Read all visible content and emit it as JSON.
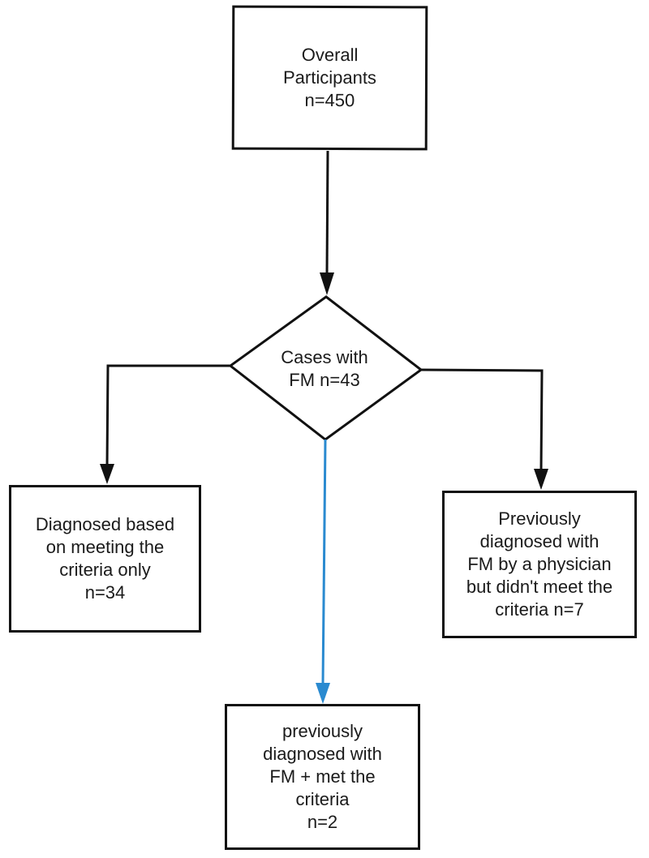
{
  "diagram": {
    "type": "flowchart",
    "colors": {
      "stroke": "#111111",
      "highlight_connector": "#2a8ad0",
      "background": "#ffffff"
    },
    "nodes": {
      "overall": {
        "shape": "rectangle",
        "lines": [
          "Overall",
          "Participants",
          "n=450"
        ]
      },
      "cases": {
        "shape": "diamond",
        "lines": [
          "Cases with",
          "FM n=43"
        ]
      },
      "criteria_only": {
        "shape": "rectangle",
        "lines": [
          "Diagnosed based",
          "on meeting the",
          "criteria only",
          "n=34"
        ]
      },
      "physician_no_criteria": {
        "shape": "rectangle",
        "lines": [
          "Previously",
          "diagnosed with",
          "FM by a physician",
          "but didn't meet the",
          "criteria n=7"
        ]
      },
      "physician_and_criteria": {
        "shape": "rectangle",
        "lines": [
          "previously",
          "diagnosed with",
          "FM + met the",
          "criteria",
          "n=2"
        ]
      }
    },
    "edges": [
      {
        "from": "overall",
        "to": "cases",
        "color": "black"
      },
      {
        "from": "cases",
        "to": "criteria_only",
        "color": "black"
      },
      {
        "from": "cases",
        "to": "physician_no_criteria",
        "color": "black"
      },
      {
        "from": "cases",
        "to": "physician_and_criteria",
        "color": "blue"
      }
    ]
  }
}
